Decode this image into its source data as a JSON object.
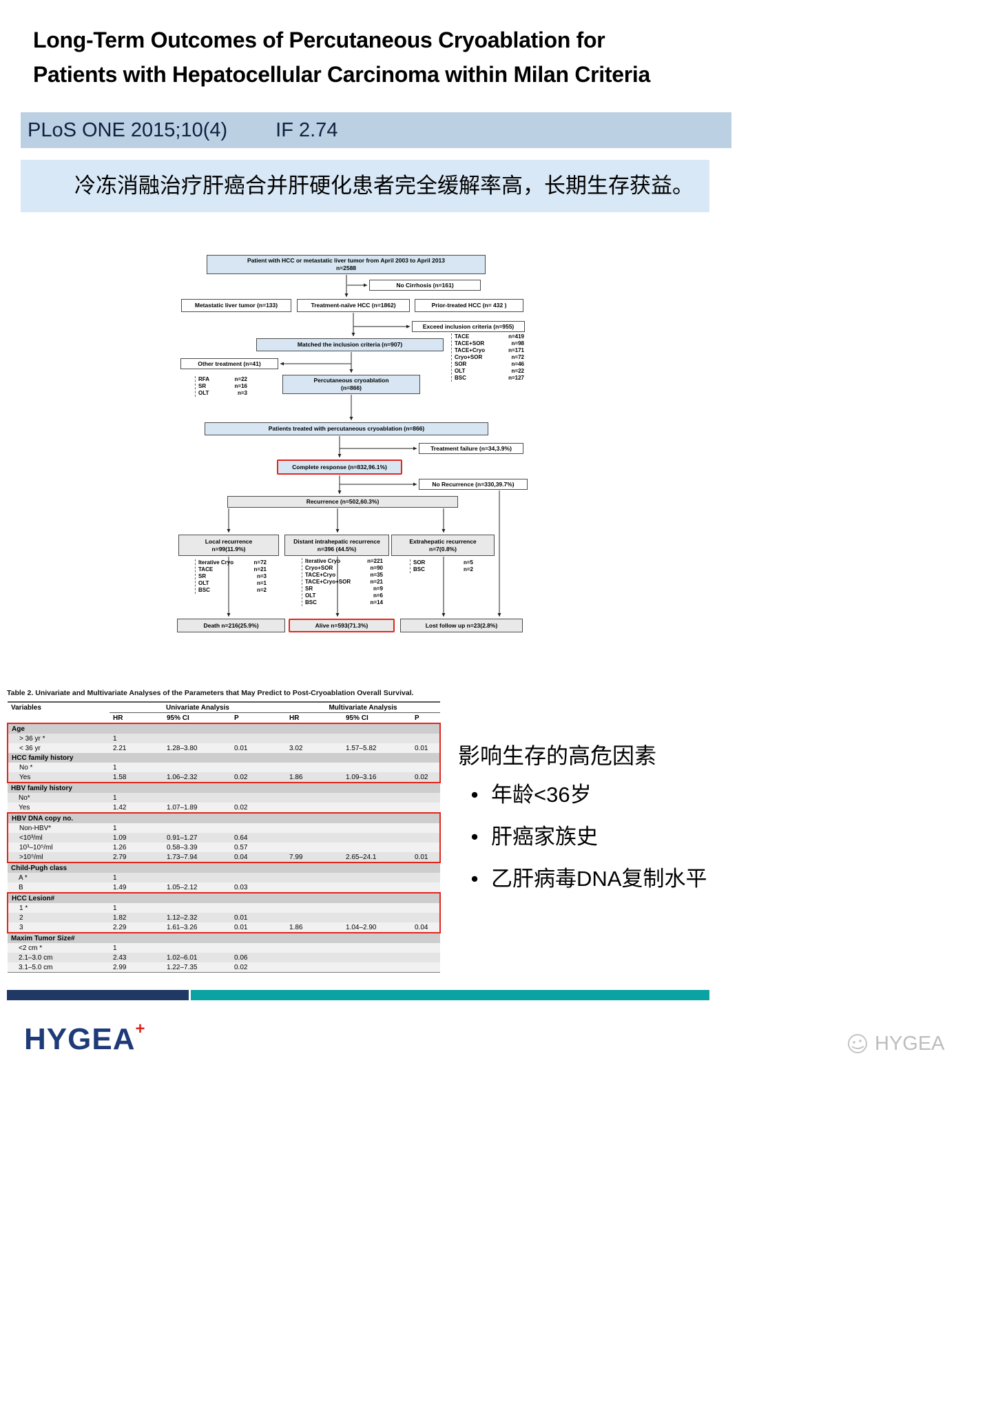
{
  "title": {
    "line1": "Long-Term Outcomes of Percutaneous Cryoablation for",
    "line2": "Patients with Hepatocellular Carcinoma within Milan Criteria"
  },
  "banner": {
    "citation": "PLoS ONE 2015;10(4)",
    "impact_factor": "IF 2.74"
  },
  "summary_cn": "冷冻消融治疗肝癌合并肝硬化患者完全缓解率高，长期生存获益。",
  "flowchart": {
    "patient_pool": "Patient with HCC or metastatic liver tumor from April 2003 to April 2013",
    "patient_pool_n": "n=2588",
    "no_cirrhosis": "No Cirrhosis (n=161)",
    "metastatic_tumor": "Metastatic liver tumor  (n=133)",
    "treatment_naive": "Treatment-naïve  HCC  (n=1862)",
    "prior_treated": "Prior-treated HCC (n= 432 )",
    "exceed_criteria": "Exceed inclusion criteria (n=955)",
    "matched_criteria": "Matched the inclusion criteria (n=907)",
    "excluded_treatments": [
      [
        "TACE",
        "n=419"
      ],
      [
        "TACE+SOR",
        "n=98"
      ],
      [
        "TACE+Cryo",
        "n=171"
      ],
      [
        "Cryo+SOR",
        "n=72"
      ],
      [
        "SOR",
        "n=46"
      ],
      [
        "OLT",
        "n=22"
      ],
      [
        "BSC",
        "n=127"
      ]
    ],
    "other_treatment": "Other treatment (n=41)",
    "other_treatments_list": [
      [
        "RFA",
        "n=22"
      ],
      [
        "SR",
        "n=16"
      ],
      [
        "OLT",
        "n=3"
      ]
    ],
    "cryoablation": "Percutaneous cryoablation",
    "cryoablation_n": "(n=866)",
    "treated": "Patients treated with percutaneous cryoablation (n=866)",
    "treatment_failure": "Treatment failure (n=34,3.9%)",
    "complete_response": "Complete response (n=832,96.1%)",
    "no_recurrence": "No Recurrence (n=330,39.7%)",
    "recurrence": "Recurrence (n=502,60.3%)",
    "local_recurrence": "Local recurrence",
    "local_recurrence_n": "n=99(11.9%)",
    "local_treatments": [
      [
        "Iterative Cryo",
        "n=72"
      ],
      [
        "TACE",
        "n=21"
      ],
      [
        "SR",
        "n=3"
      ],
      [
        "OLT",
        "n=1"
      ],
      [
        "BSC",
        "n=2"
      ]
    ],
    "distant_recurrence": "Distant intrahepatic recurrence",
    "distant_recurrence_n": "n=396 (44.5%)",
    "distant_treatments": [
      [
        "Iterative Cryo",
        "n=221"
      ],
      [
        "Cryo+SOR",
        "n=90"
      ],
      [
        "TACE+Cryo",
        "n=35"
      ],
      [
        "TACE+Cryo+SOR",
        "n=21"
      ],
      [
        "SR",
        "n=9"
      ],
      [
        "OLT",
        "n=6"
      ],
      [
        "BSC",
        "n=14"
      ]
    ],
    "extrahepatic_recurrence": "Extrahepatic recurrence",
    "extrahepatic_recurrence_n": "n=7(0.8%)",
    "extrahepatic_treatments": [
      [
        "SOR",
        "n=5"
      ],
      [
        "BSC",
        "n=2"
      ]
    ],
    "death": "Death  n=216(25.9%)",
    "alive": "Alive  n=593(71.3%)",
    "lost_followup": "Lost follow up  n=23(2.8%)"
  },
  "table": {
    "caption": "Table 2.  Univariate and Multivariate Analyses of the Parameters that May Predict to Post-Cryoablation Overall Survival.",
    "col_groups": [
      "Variables",
      "Univariate Analysis",
      "Multivariate Analysis"
    ],
    "sub_headers": [
      "HR",
      "95% CI",
      "P",
      "HR",
      "95% CI",
      "P"
    ],
    "rows": [
      {
        "type": "section",
        "label": "Age",
        "hl": 1
      },
      {
        "type": "data",
        "label": "> 36 yr *",
        "cells": [
          "1",
          "",
          "",
          "",
          "",
          ""
        ],
        "hl": 1
      },
      {
        "type": "data",
        "label": "< 36 yr",
        "cells": [
          "2.21",
          "1.28–3.80",
          "0.01",
          "3.02",
          "1.57–5.82",
          "0.01"
        ],
        "hl": 1
      },
      {
        "type": "section",
        "label": "HCC family history",
        "hl": 1
      },
      {
        "type": "data",
        "label": "No *",
        "cells": [
          "1",
          "",
          "",
          "",
          "",
          ""
        ],
        "hl": 1
      },
      {
        "type": "data",
        "label": "Yes",
        "cells": [
          "1.58",
          "1.06–2.32",
          "0.02",
          "1.86",
          "1.09–3.16",
          "0.02"
        ],
        "hl": 1
      },
      {
        "type": "section",
        "label": "HBV family history"
      },
      {
        "type": "data",
        "label": "No*",
        "cells": [
          "1",
          "",
          "",
          "",
          "",
          ""
        ]
      },
      {
        "type": "data",
        "label": "Yes",
        "cells": [
          "1.42",
          "1.07–1.89",
          "0.02",
          "",
          "",
          ""
        ]
      },
      {
        "type": "section",
        "label": "HBV DNA copy no.",
        "hl": 2
      },
      {
        "type": "data",
        "label": "Non-HBV*",
        "cells": [
          "1",
          "",
          "",
          "",
          "",
          ""
        ],
        "hl": 2
      },
      {
        "type": "data",
        "label": "<10³/ml",
        "cells": [
          "1.09",
          "0.91–1.27",
          "0.64",
          "",
          "",
          ""
        ],
        "hl": 2
      },
      {
        "type": "data",
        "label": "10³–10⁵/ml",
        "cells": [
          "1.26",
          "0.58–3.39",
          "0.57",
          "",
          "",
          ""
        ],
        "hl": 2
      },
      {
        "type": "data",
        "label": ">10⁵/ml",
        "cells": [
          "2.79",
          "1.73–7.94",
          "0.04",
          "7.99",
          "2.65–24.1",
          "0.01"
        ],
        "hl": 2
      },
      {
        "type": "section",
        "label": "Child-Pugh class"
      },
      {
        "type": "data",
        "label": "A *",
        "cells": [
          "1",
          "",
          "",
          "",
          "",
          ""
        ]
      },
      {
        "type": "data",
        "label": "B",
        "cells": [
          "1.49",
          "1.05–2.12",
          "0.03",
          "",
          "",
          ""
        ]
      },
      {
        "type": "section",
        "label": "HCC Lesion#",
        "hl": 3
      },
      {
        "type": "data",
        "label": "1 *",
        "cells": [
          "1",
          "",
          "",
          "",
          "",
          ""
        ],
        "hl": 3
      },
      {
        "type": "data",
        "label": "2",
        "cells": [
          "1.82",
          "1.12–2.32",
          "0.01",
          "",
          "",
          ""
        ],
        "hl": 3
      },
      {
        "type": "data",
        "label": "3",
        "cells": [
          "2.29",
          "1.61–3.26",
          "0.01",
          "1.86",
          "1.04–2.90",
          "0.04"
        ],
        "hl": 3
      },
      {
        "type": "section",
        "label": "Maxim Tumor Size#"
      },
      {
        "type": "data",
        "label": "<2 cm *",
        "cells": [
          "1",
          "",
          "",
          "",
          "",
          ""
        ]
      },
      {
        "type": "data",
        "label": "2.1–3.0 cm",
        "cells": [
          "2.43",
          "1.02–6.01",
          "0.06",
          "",
          "",
          ""
        ]
      },
      {
        "type": "data",
        "label": "3.1–5.0 cm",
        "cells": [
          "2.99",
          "1.22–7.35",
          "0.02",
          "",
          "",
          ""
        ]
      }
    ]
  },
  "risk_factors": {
    "heading": "影响生存的高危因素",
    "bullets": [
      "年龄<36岁",
      "肝癌家族史",
      "乙肝病毒DNA复制水平"
    ]
  },
  "footer": {
    "logo_text": "HYGEA",
    "logo_plus": "+",
    "watermark_text": "HYGEA"
  },
  "colors": {
    "banner_blue": "#bcd0e4",
    "summary_blue": "#d9e8f6",
    "flow_blue": "#d7e6f2",
    "highlight_red": "#e1251b",
    "bar_navy": "#1f3864",
    "bar_teal": "#0aa2a2",
    "logo_navy": "#1e3a78"
  }
}
